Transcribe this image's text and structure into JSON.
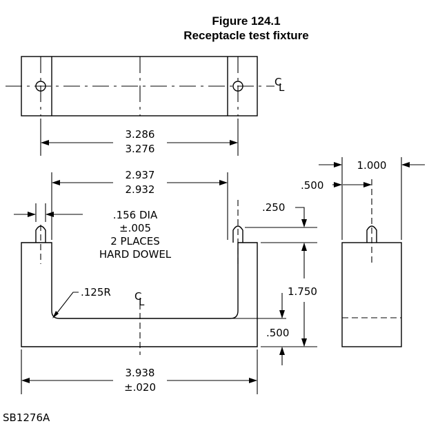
{
  "figure": {
    "title": "Figure 124.1",
    "subtitle": "Receptacle test fixture"
  },
  "top_view": {
    "centerline_label": "C",
    "centerline_sub": "L",
    "hole_spacing_max": "3.286",
    "hole_spacing_min": "3.276"
  },
  "front_view": {
    "inner_width_max": "2.937",
    "inner_width_min": "2.932",
    "dowel_dia": ".156 DIA",
    "dowel_tol": "±.005",
    "dowel_qty": "2 PLACES",
    "dowel_type": "HARD DOWEL",
    "pin_height": ".250",
    "corner_radius": ".125R",
    "centerline_label": "C",
    "centerline_sub": "L",
    "overall_height": "1.750",
    "base_thickness": ".500",
    "overall_width": "3.938",
    "overall_width_tol": "±.020"
  },
  "side_view": {
    "width": "1.000",
    "pin_offset": ".500"
  },
  "drawing_id": "SB1276A"
}
